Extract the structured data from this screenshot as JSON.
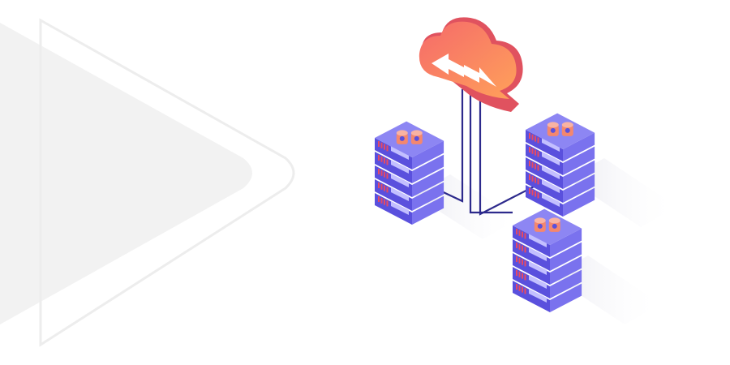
{
  "colors": {
    "background": "#ffffff",
    "chevron_fill": "#f2f2f2",
    "chevron_outline": "#ededed",
    "server_top": "#8d86f3",
    "server_left": "#5a50dd",
    "server_right": "#7a72ee",
    "server_slot": "#c3bfff",
    "server_led": "#e64a63",
    "fan": "#f4876e",
    "cable": "#2d2a8c",
    "cloud_start": "#f56a6a",
    "cloud_end": "#ffa15a",
    "cloud_side": "#e0525f",
    "arrow": "#ffffff",
    "shadow": "#ececf3"
  },
  "icons": {
    "cloud": "cloud-sync-icon",
    "server": "server-rack-icon",
    "arrows": "bidirectional-arrow-icon"
  },
  "servers": [
    {
      "id": "left",
      "units": 5
    },
    {
      "id": "right",
      "units": 5
    },
    {
      "id": "bottom",
      "units": 5
    }
  ]
}
